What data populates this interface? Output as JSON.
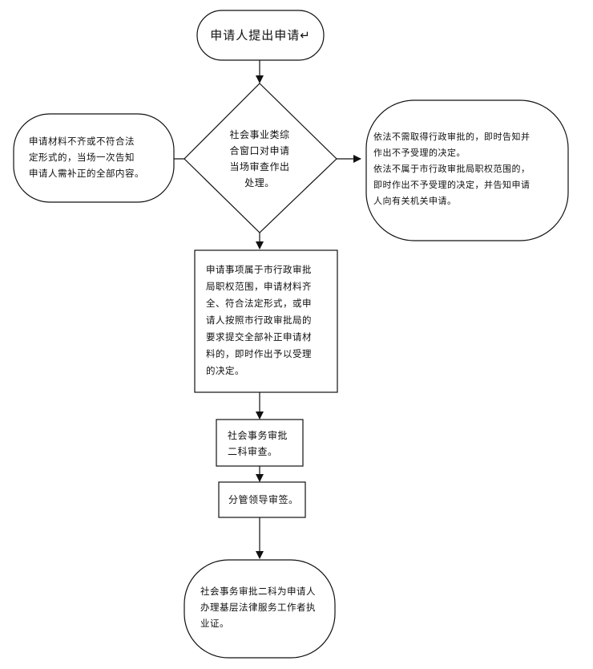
{
  "nodes": {
    "start": "申请人提出申请↵",
    "decision": "社会事业类综\n合窗口对申请\n当场审查作出\n处理。",
    "left_reject": "申请材料不齐或不符合法\n定形式的，当场一次告知\n申请人需补正的全部内容。",
    "right_reject": "依法不需取得行政审批的，即时告知并\n作出不予受理的决定。\n依法不属于市行政审批局职权范围的，\n即时作出不予受理的决定，并告知申请\n人向有关机关申请。",
    "accept": "申请事项属于市行政审批\n局职权范围，申请材料齐\n全、符合法定形式，或申\n请人按照市行政审批局的\n要求提交全部补正申请材\n料的，即时作出予以受理\n的决定。",
    "review": "社会事务审批\n二科审查。",
    "sign": "分管领导审签。",
    "issue": "社会事务审批二科为申请人\n办理基层法律服务工作者执\n业证。"
  },
  "colors": {
    "line": "#111111",
    "fill": "#ffffff"
  }
}
